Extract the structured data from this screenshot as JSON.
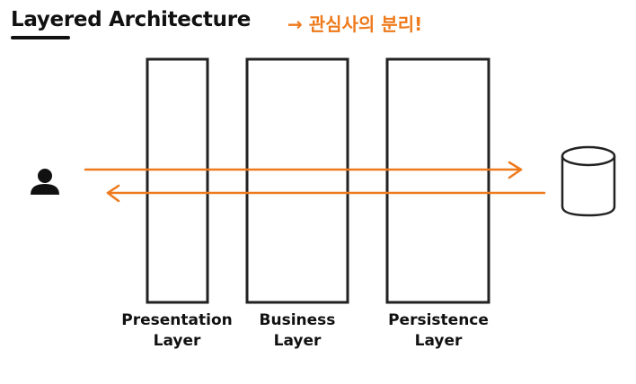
{
  "title": "Layered Architecture",
  "subtitle_arrow": "→",
  "subtitle": "관심사의 분리!",
  "accent_color": "#ee7a1c",
  "icons": {
    "user": "person-icon",
    "database": "database-icon"
  },
  "layers": [
    {
      "line1": "Presentation",
      "line2": "Layer"
    },
    {
      "line1": "Business",
      "line2": "Layer"
    },
    {
      "line1": "Persistence",
      "line2": "Layer"
    }
  ]
}
